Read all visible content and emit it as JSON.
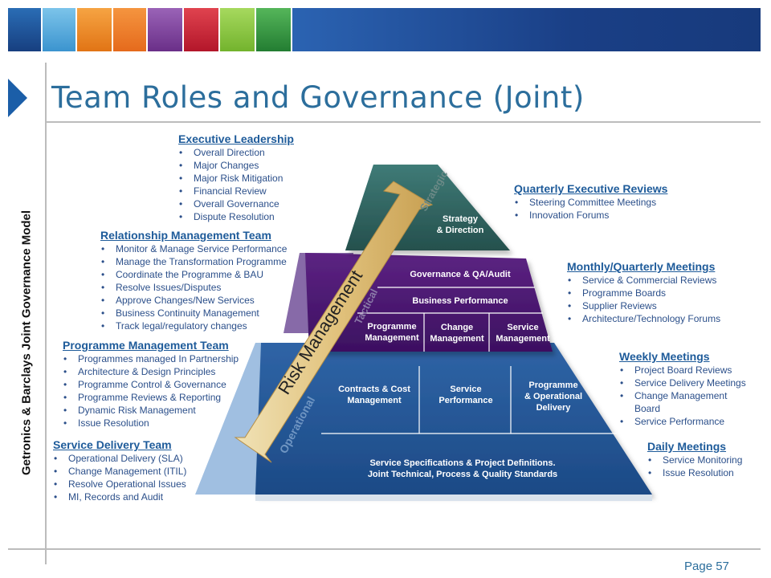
{
  "header": {
    "title": "Team Roles and Governance (Joint)",
    "colors": [
      "#1d4f91",
      "#4aa3d6",
      "#f08a1c",
      "#ee7a22",
      "#7b3f98",
      "#c8202f",
      "#8cc63f",
      "#2e9a3f"
    ],
    "band_color": "#1d4a94"
  },
  "side_title": "Getronics & Barclays Joint Governance Model",
  "left_roles": [
    {
      "heading": "Executive Leadership",
      "items": [
        "Overall Direction",
        "Major Changes",
        "Major Risk Mitigation",
        "Financial Review",
        "Overall Governance",
        "Dispute Resolution"
      ]
    },
    {
      "heading": "Relationship Management Team",
      "items": [
        "Monitor & Manage Service Performance",
        "Manage the Transformation Programme",
        "Coordinate the Programme & BAU",
        "Resolve Issues/Disputes",
        "Approve Changes/New Services",
        "Business Continuity Management",
        "Track legal/regulatory changes"
      ]
    },
    {
      "heading": "Programme Management Team",
      "items": [
        "Programmes managed In Partnership",
        "Architecture & Design Principles",
        "Programme Control & Governance",
        "Programme Reviews & Reporting",
        "Dynamic Risk Management",
        "Issue Resolution"
      ]
    },
    {
      "heading": "Service Delivery Team",
      "items": [
        "Operational Delivery (SLA)",
        "Change Management (ITIL)",
        "Resolve Operational Issues",
        "MI, Records and Audit"
      ]
    }
  ],
  "right_meetings": [
    {
      "heading": "Quarterly Executive Reviews",
      "items": [
        "Steering Committee Meetings",
        "Innovation Forums"
      ]
    },
    {
      "heading": "Monthly/Quarterly Meetings",
      "items": [
        "Service & Commercial Reviews",
        "Programme Boards",
        "Supplier Reviews",
        "Architecture/Technology Forums"
      ]
    },
    {
      "heading": "Weekly Meetings",
      "items": [
        "Project Board Reviews",
        "Service Delivery Meetings",
        "Change Management Board",
        "Service Performance"
      ]
    },
    {
      "heading": "Daily Meetings",
      "items": [
        "Service Monitoring",
        "Issue Resolution"
      ]
    }
  ],
  "pyramid": {
    "strategic": {
      "label": "Strategic",
      "box1": "Strategy",
      "box2": "& Direction"
    },
    "tactical": {
      "label": "Tactical",
      "row1": "Governance & QA/Audit",
      "row2": "Business Performance",
      "cells": [
        [
          "Programme",
          "Management"
        ],
        [
          "Change",
          "Management"
        ],
        [
          "Service",
          "Management"
        ]
      ]
    },
    "operational": {
      "label": "Operational",
      "cells": [
        [
          "Contracts & Cost",
          "Management"
        ],
        [
          "Service",
          "Performance"
        ],
        [
          "Programme",
          "& Operational",
          "Delivery"
        ]
      ],
      "base1": "Service Specifications & Project Definitions.",
      "base2": "Joint Technical, Process & Quality Standards"
    },
    "arrow_label": "Risk Management"
  },
  "page_number": "Page 57"
}
